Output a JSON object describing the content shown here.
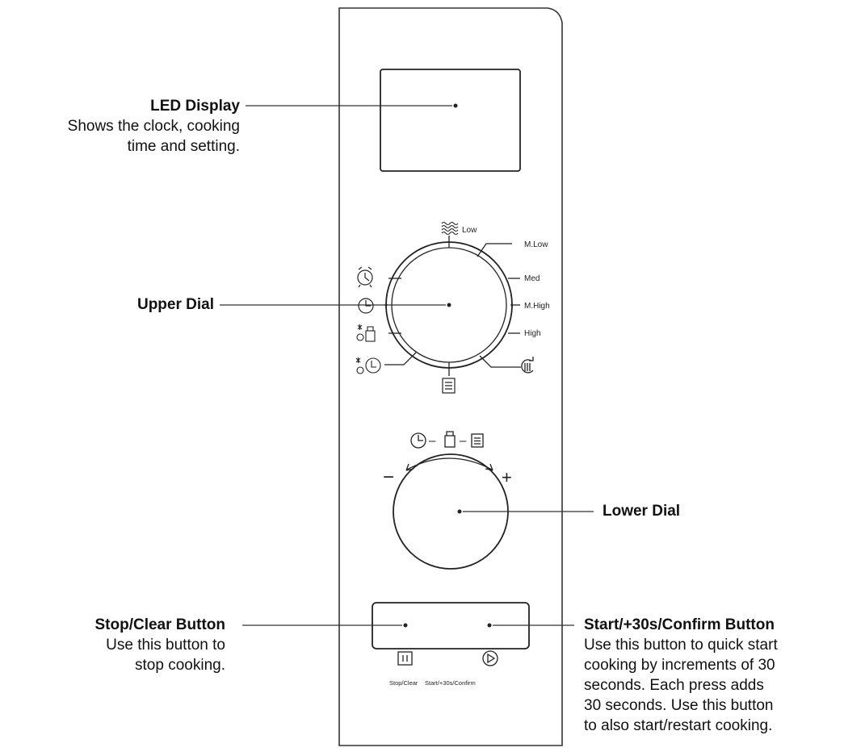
{
  "callouts": {
    "led_display": {
      "title": "LED Display",
      "description": "Shows the clock, cooking\ntime and setting."
    },
    "upper_dial": {
      "title": "Upper Dial"
    },
    "lower_dial": {
      "title": "Lower Dial"
    },
    "stop_clear": {
      "title": "Stop/Clear Button",
      "description": "Use this button to\nstop cooking."
    },
    "start_confirm": {
      "title": "Start/+30s/Confirm Button",
      "description": "Use this button to quick start\ncooking by increments of 30\nseconds. Each press adds\n30 seconds. Use this button\nto also start/restart cooking."
    }
  },
  "upper_dial_labels": {
    "low": "Low",
    "m_low": "M.Low",
    "med": "Med",
    "m_high": "M.High",
    "high": "High"
  },
  "lower_dial_labels": {
    "minus": "−",
    "plus": "+",
    "sequence_separator_1": "–",
    "sequence_separator_2": "–"
  },
  "button_labels": {
    "stop_clear": "Stop/Clear",
    "start_confirm": "Start/+30s/Confirm"
  },
  "icons": {
    "upper_dial": [
      "microwave-waves-icon",
      "alarm-clock-icon",
      "clock-icon",
      "defrost-weight-icon",
      "defrost-time-icon",
      "menu-icon",
      "combination-icon"
    ],
    "lower_dial": [
      "clock-icon",
      "weight-icon",
      "menu-icon"
    ],
    "buttons": [
      "pause-icon",
      "play-icon"
    ]
  }
}
